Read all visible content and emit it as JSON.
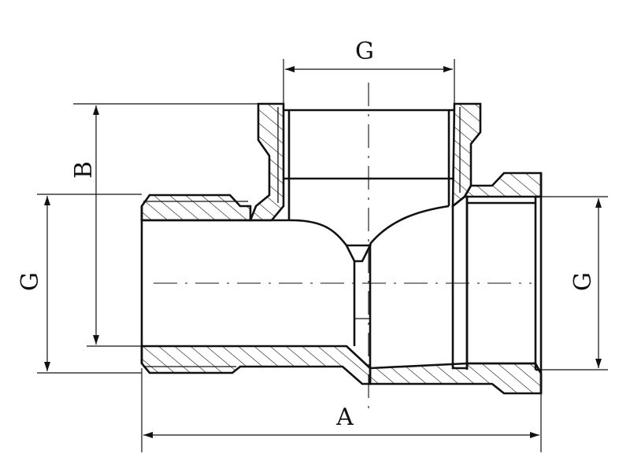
{
  "labels": {
    "top_thread": "G",
    "left_thread": "G",
    "right_thread": "G",
    "height": "B",
    "length": "A"
  },
  "colors": {
    "line": "#111111",
    "background": "#ffffff"
  }
}
